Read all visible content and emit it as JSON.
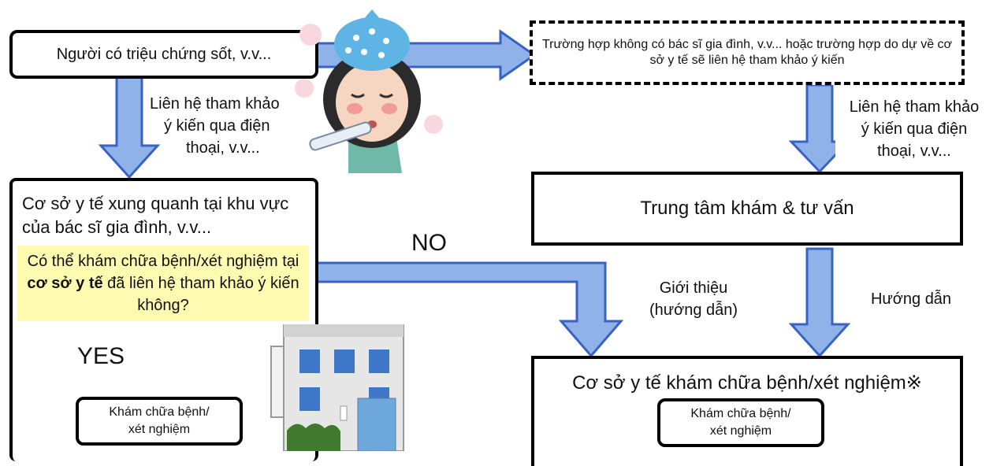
{
  "start": {
    "text": "Người có triệu chứng sốt, v.v..."
  },
  "no_family_doctor": {
    "text": "Trường hợp không có bác sĩ gia đình, v.v... hoặc trường hợp do dự về cơ sở y tế sẽ liên hệ tham khảo ý kiến"
  },
  "phone_left": {
    "line1": "Liên hệ tham khảo",
    "line2": "ý kiến qua điện",
    "line3": "thoại, v.v..."
  },
  "phone_right": {
    "line1": "Liên hệ tham khảo",
    "line2": "ý kiến qua điện",
    "line3": "thoại, v.v..."
  },
  "local_facility": {
    "text": "Cơ sở y tế xung quanh tại khu vực của bác sĩ gia đình, v.v..."
  },
  "question": {
    "before": "Có thể khám chữa bệnh/xét nghiệm tại ",
    "bold": "cơ sở y tế",
    "after": " đã liên hệ tham khảo ý kiến không?"
  },
  "consult_center": {
    "text": "Trung tâm khám & tư vấn"
  },
  "no_label": "NO",
  "yes_label": "YES",
  "referral": {
    "line1": "Giới thiệu",
    "line2": "(hướng dẫn)"
  },
  "guidance": "Hướng dẫn",
  "exam_facility": {
    "text": "Cơ sở y tế khám chữa bệnh/xét nghiệm※"
  },
  "exam_left": {
    "line1": "Khám chữa bệnh/",
    "line2": "xét nghiệm"
  },
  "exam_right": {
    "line1": "Khám chữa bệnh/",
    "line2": "xét nghiệm"
  },
  "colors": {
    "arrow_fill": "#8fb3e8",
    "arrow_stroke": "#3a62c4",
    "question_bg": "#fffbb0"
  }
}
